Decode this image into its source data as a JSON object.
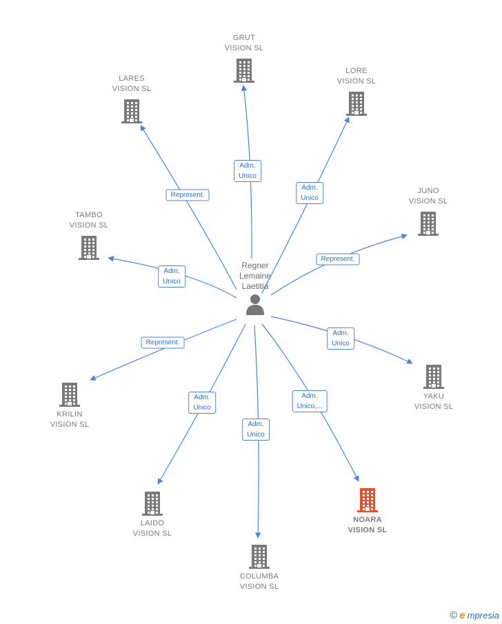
{
  "person": {
    "label": "Regner\nLemaine\nLaetitia",
    "icon": "person-icon"
  },
  "companies": [
    {
      "id": "grut",
      "label": "GRUT\nVISION SL",
      "role": "Adm.\nUnico",
      "highlight": false
    },
    {
      "id": "lares",
      "label": "LARES\nVISION SL",
      "role": "Represent.",
      "highlight": false
    },
    {
      "id": "lore",
      "label": "LORE\nVISION SL",
      "role": "Adm.\nUnico",
      "highlight": false
    },
    {
      "id": "juno",
      "label": "JUNO\nVISION SL",
      "role": "Represent.",
      "highlight": false
    },
    {
      "id": "tambo",
      "label": "TAMBO\nVISION SL",
      "role": "Adm.\nUnico",
      "highlight": false
    },
    {
      "id": "krilin",
      "label": "KRILIN\nVISION SL",
      "role": "Represent.",
      "highlight": false
    },
    {
      "id": "yaku",
      "label": "YAKU\nVISION SL",
      "role": "Adm.\nUnico",
      "highlight": false
    },
    {
      "id": "laido",
      "label": "LAIDO\nVISION SL",
      "role": "Adm.\nUnico",
      "highlight": false
    },
    {
      "id": "noara",
      "label": "NOARA\nVISION SL",
      "role": "Adm.\nUnico,...",
      "highlight": true
    },
    {
      "id": "columba",
      "label": "COLUMBA\nVISION SL",
      "role": "Adm.\nUnico",
      "highlight": false
    }
  ],
  "colors": {
    "building": "#7a7a7a",
    "highlight": "#e8512a",
    "edge": "#4a86d4",
    "person": "#777777"
  },
  "footer": {
    "copyright": "©",
    "brand_initial": "e",
    "brand_rest": "mpresia"
  }
}
